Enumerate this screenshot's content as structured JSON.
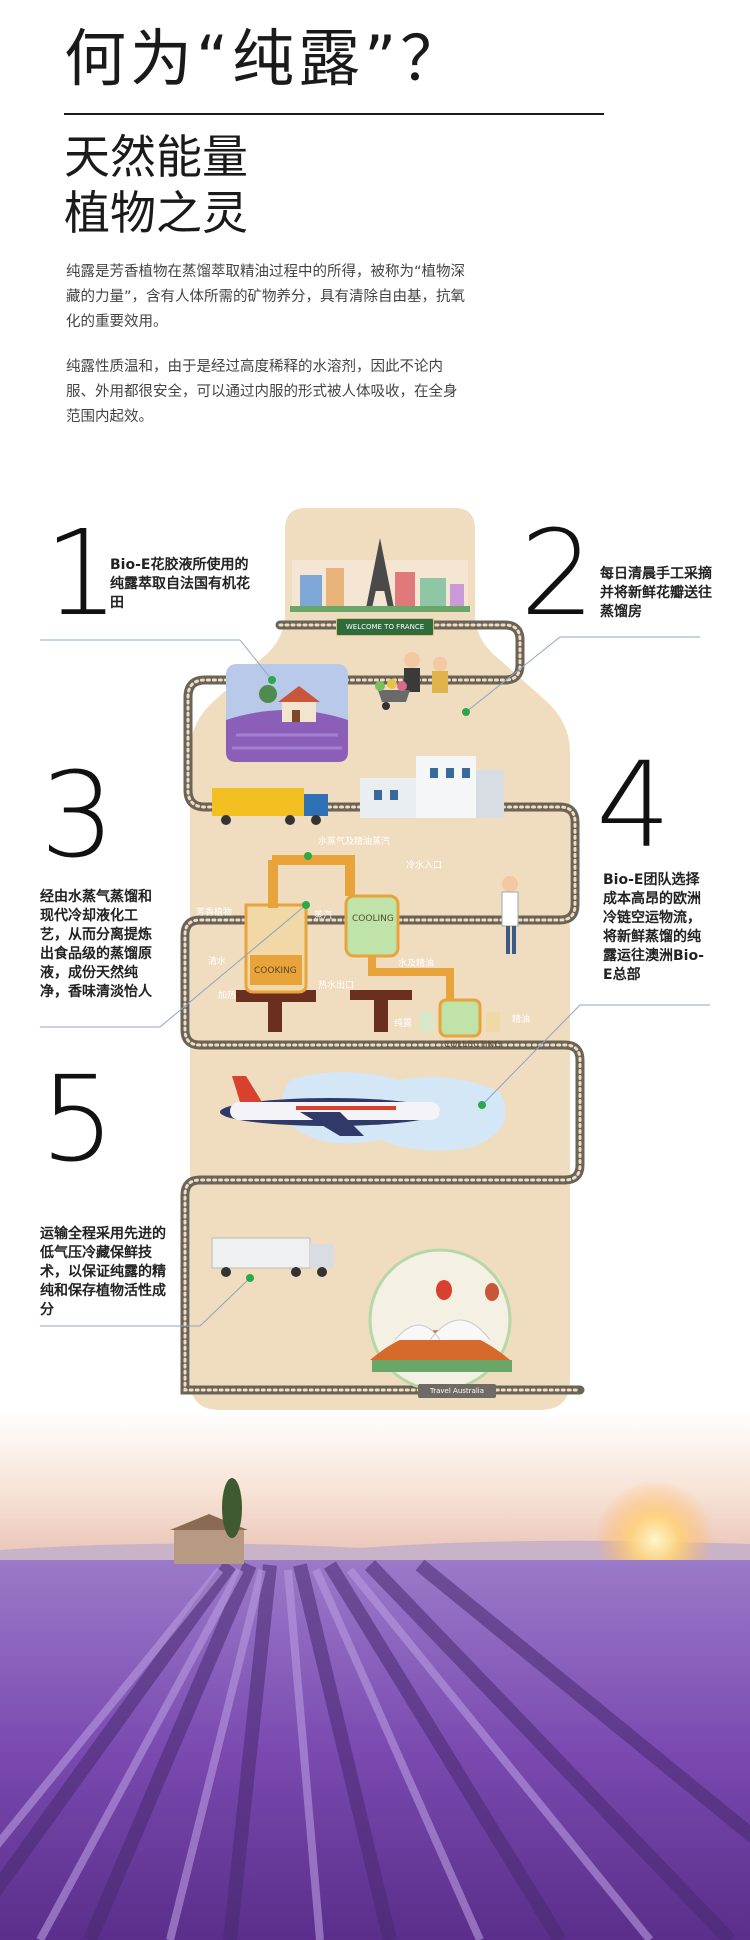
{
  "header": {
    "title": "何为“纯露”？",
    "subtitle_line1": "天然能量",
    "subtitle_line2": "植物之灵"
  },
  "intro": {
    "paragraph1": "纯露是芳香植物在蒸馏萃取精油过程中的所得，被称为“植物深藏的力量”，含有人体所需的矿物养分，具有清除自由基，抗氧化的重要效用。",
    "paragraph2": "纯露性质温和，由于是经过高度稀释的水溶剂，因此不论内服、外用都很安全，可以通过内服的形式被人体吸收，在全身范围内起效。"
  },
  "steps": [
    {
      "number": "1",
      "text": "Bio-E花胶液所使用的纯露萃取自法国有机花田"
    },
    {
      "number": "2",
      "text": "每日清晨手工采摘并将新鲜花瓣送往蒸馏房"
    },
    {
      "number": "3",
      "text": "经由水蒸气蒸馏和现代冷却液化工艺，从而分离提炼出食品级的蒸馏原液，成份天然纯净，香味清淡怡人"
    },
    {
      "number": "4",
      "text": "Bio-E团队选择成本高昂的欧洲冷链空运物流，将新鲜蒸馏的纯露运往澳洲Bio-E总部"
    },
    {
      "number": "5",
      "text": "运输全程采用先进的低气压冷藏保鲜技术，以保证纯露的精纯和保存植物活性成分"
    }
  ],
  "signs": {
    "welcome": "WELCOME TO FRANCE",
    "travel": "Travel Australia"
  },
  "distill": {
    "steam_oil": "水蒸气及精油蒸汽",
    "cold_in": "冷水入口",
    "plant": "芳香植物",
    "steam": "蒸汽",
    "water": "清水",
    "heat": "加热",
    "cooling": "COOLING",
    "cooking": "COOKING",
    "hot_out": "热水出口",
    "separate": "水及精油",
    "hydrosol": "纯露",
    "oil": "精油",
    "collecting": "COLLECTING"
  },
  "colors": {
    "bottle": "#f0dcbf",
    "track": "#6a6358",
    "rule": "#8fa3c4",
    "lavender": "#8b5fb8",
    "pipe": "#e8a33a"
  }
}
